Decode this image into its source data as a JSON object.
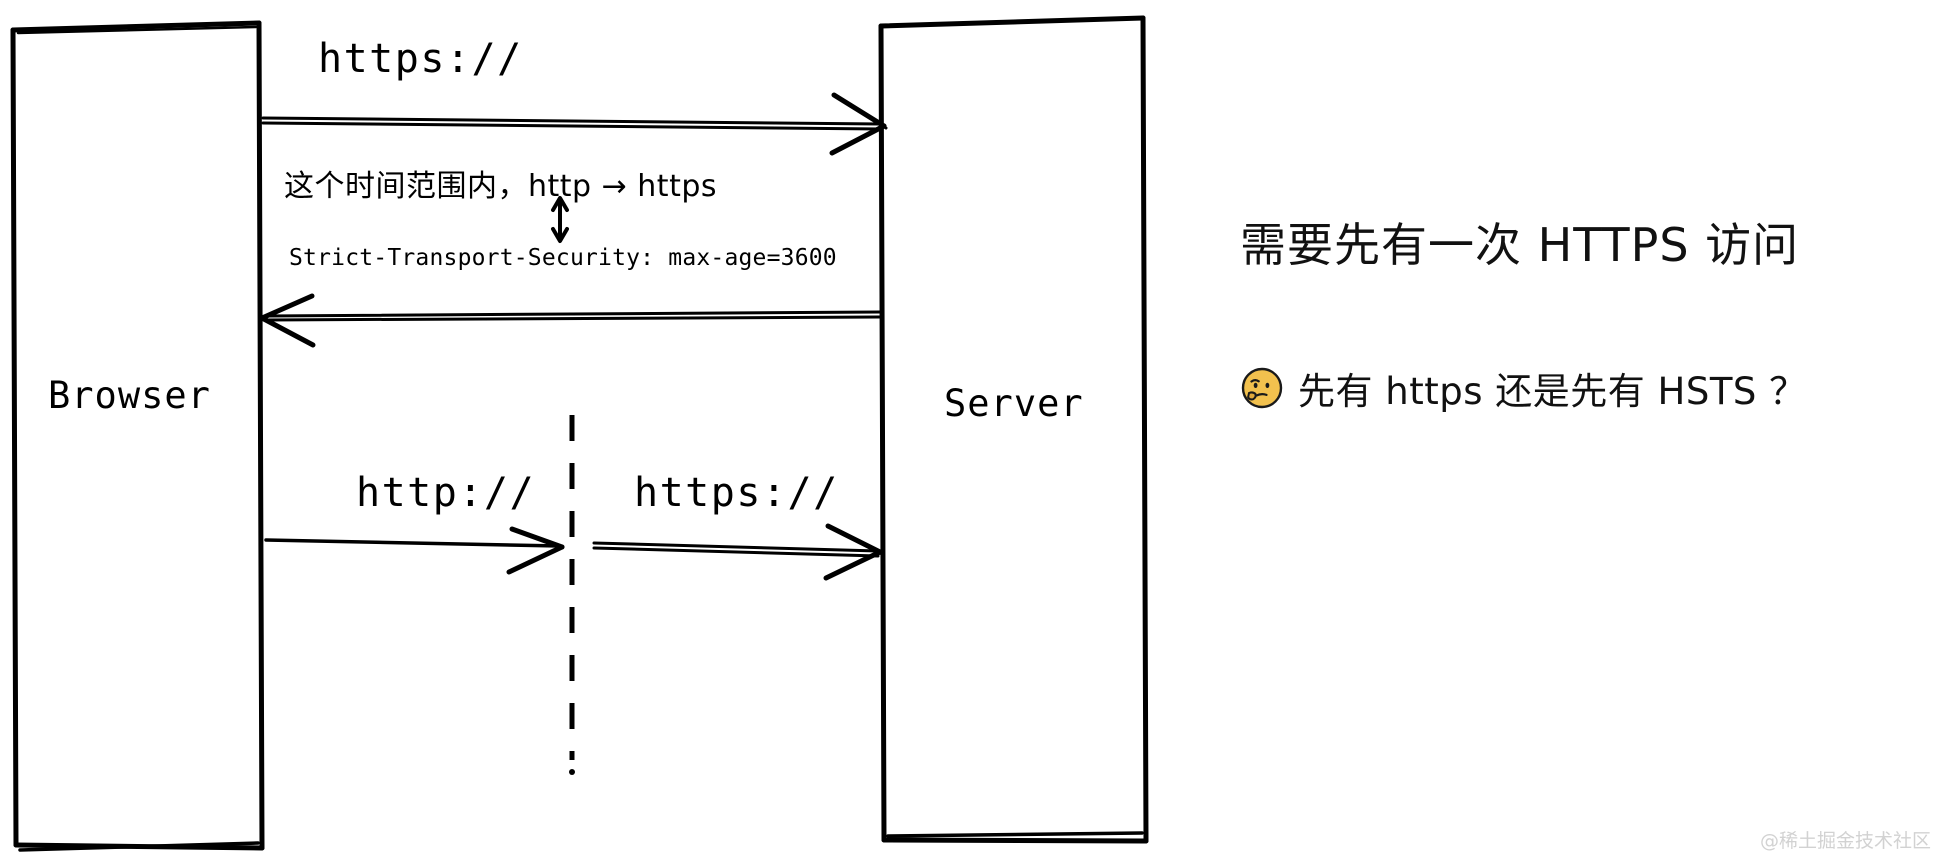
{
  "diagram": {
    "title_semantic": "HSTS handshake sequence diagram",
    "participants": {
      "client": "Browser",
      "server": "Server"
    },
    "messages": {
      "first_request": "https://",
      "hsts_window_note": "这个时间范围内，http → https",
      "hsts_header": "Strict-Transport-Security: max-age=3600",
      "later_request_typed": "http://",
      "later_request_sent": "https://"
    }
  },
  "note": {
    "heading": "需要先有一次 HTTPS 访问",
    "emoji": "🤔",
    "emoji_name": "thinking-face-emoji",
    "question": "先有 https 还是先有 HSTS ？"
  },
  "watermark": {
    "text": "@稀土掘金技术社区"
  },
  "colors": {
    "ink": "#000000",
    "background": "#ffffff",
    "watermark": "#d2d2d2",
    "emoji_fill": "#f2c14e"
  }
}
